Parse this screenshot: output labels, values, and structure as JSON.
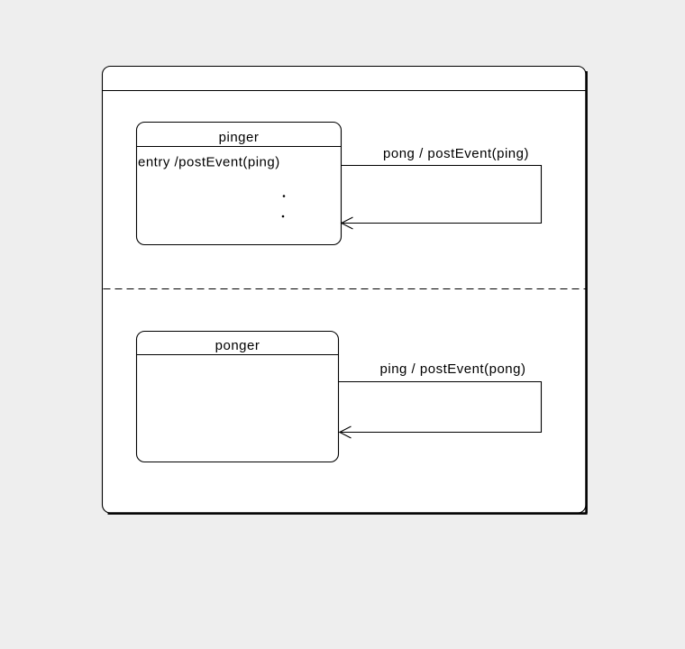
{
  "colors": {
    "background": "#eeeeee",
    "surface": "#ffffff",
    "line": "#000000"
  },
  "machine": {
    "title": "",
    "states": [
      {
        "title": "pinger",
        "entry_action": "entry /postEvent(ping)",
        "self_transition_label": "pong / postEvent(ping)"
      },
      {
        "title": "ponger",
        "entry_action": "",
        "self_transition_label": "ping / postEvent(pong)"
      }
    ]
  }
}
